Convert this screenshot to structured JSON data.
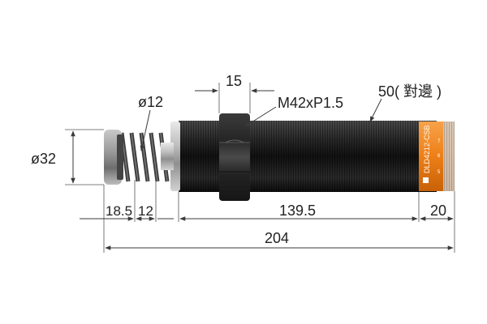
{
  "dimensions": {
    "outer_diameter": "ø32",
    "rod_diameter": "ø12",
    "nut_width": "15",
    "thread_spec": "M42xP1.5",
    "across_flats": "50( 對邊 )",
    "rod_protrusion": "18.5",
    "spring_gap": "12",
    "body_length": "139.5",
    "cap_length": "20",
    "total_length": "204"
  },
  "label": {
    "model_text": "DLD4212-CSB",
    "scale_marks": [
      "5",
      "6",
      "7"
    ]
  },
  "colors": {
    "body": "#1c1c1c",
    "nut": "#2b2b2b",
    "cap_orange": "#f08a24",
    "steel": "#b9b9b9",
    "line": "#3a3a3a"
  }
}
